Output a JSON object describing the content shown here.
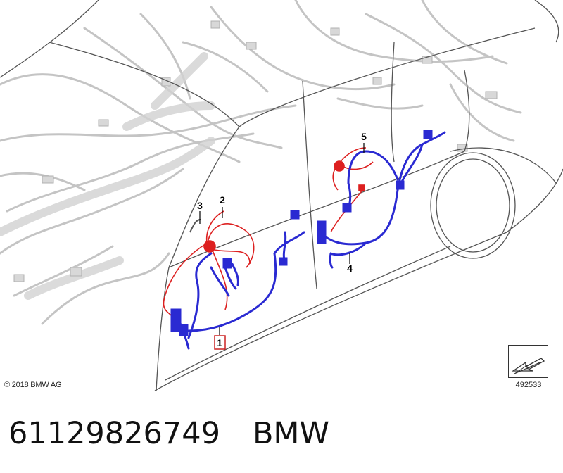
{
  "diagram": {
    "callouts": [
      {
        "id": "1",
        "label": "1",
        "boxed": true,
        "color": "#cc2222"
      },
      {
        "id": "2",
        "label": "2"
      },
      {
        "id": "3",
        "label": "3"
      },
      {
        "id": "4",
        "label": "4"
      },
      {
        "id": "5",
        "label": "5"
      }
    ],
    "colors": {
      "background_harness": "#c4c4c4",
      "vehicle_outline": "#555555",
      "highlight_blue": "#2a2ad2",
      "highlight_red": "#dd2020",
      "callout_line": "#000000"
    }
  },
  "footer": {
    "copyright": "© 2018 BMW AG",
    "reference_number": "492533",
    "reference_icon": "arrow-reference-icon"
  },
  "caption": {
    "part_number": "61129826749",
    "brand": "BMW"
  }
}
